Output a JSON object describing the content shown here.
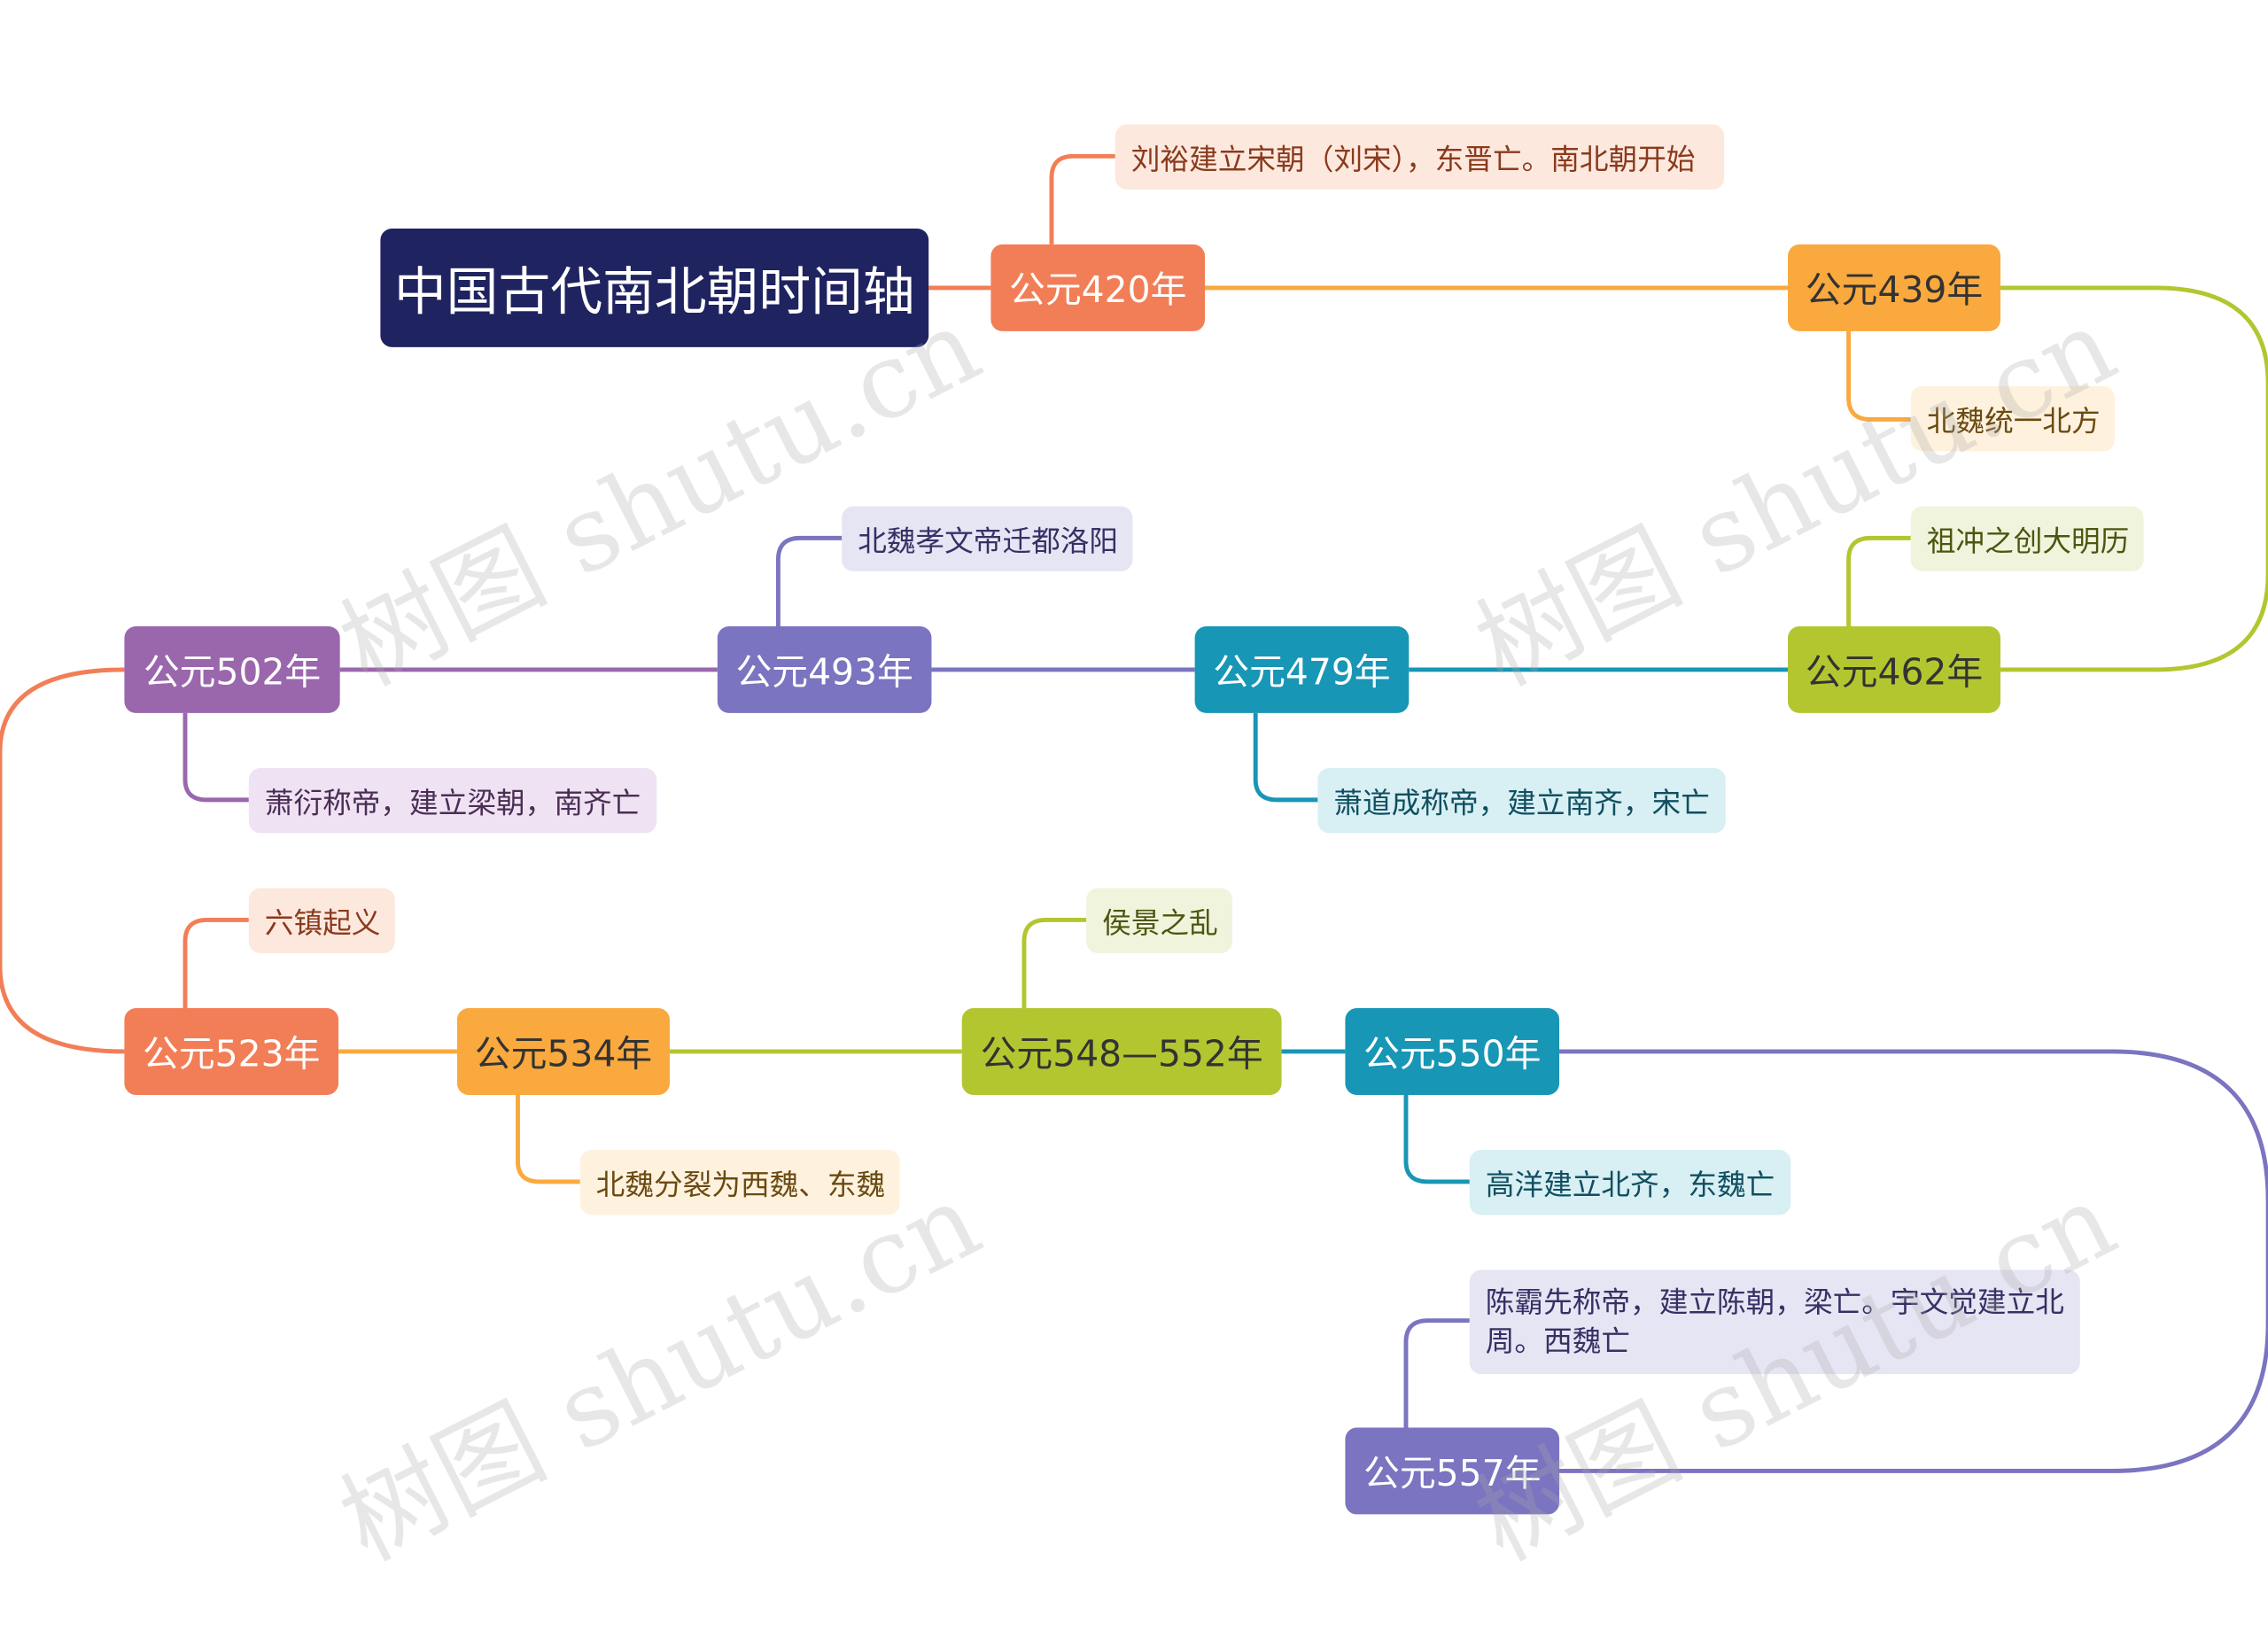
{
  "title": "中国古代南北朝时间轴",
  "watermark": "树图 shutu.cn",
  "colors": {
    "root": "#1f2460",
    "orange_red": "#f27e57",
    "orange": "#f9a93d",
    "green": "#b3c630",
    "teal": "#1896b5",
    "purple": "#7b74c0",
    "violet": "#9a67ad"
  },
  "events": [
    {
      "year": "公元420年",
      "note": "刘裕建立宋朝（刘宋），东晋亡。南北朝开始"
    },
    {
      "year": "公元439年",
      "note": "北魏统一北方"
    },
    {
      "year": "公元462年",
      "note": "祖冲之创大明历"
    },
    {
      "year": "公元479年",
      "note": "萧道成称帝，建立南齐，宋亡"
    },
    {
      "year": "公元493年",
      "note": "北魏孝文帝迁都洛阳"
    },
    {
      "year": "公元502年",
      "note": "萧衍称帝，建立梁朝，南齐亡"
    },
    {
      "year": "公元523年",
      "note": "六镇起义"
    },
    {
      "year": "公元534年",
      "note": "北魏分裂为西魏、东魏"
    },
    {
      "year": "公元548—552年",
      "note": "侯景之乱"
    },
    {
      "year": "公元550年",
      "note": "高洋建立北齐，东魏亡"
    },
    {
      "year": "公元557年",
      "note": "陈霸先称帝，建立陈朝，梁亡。宇文觉建立北周。西魏亡"
    }
  ]
}
